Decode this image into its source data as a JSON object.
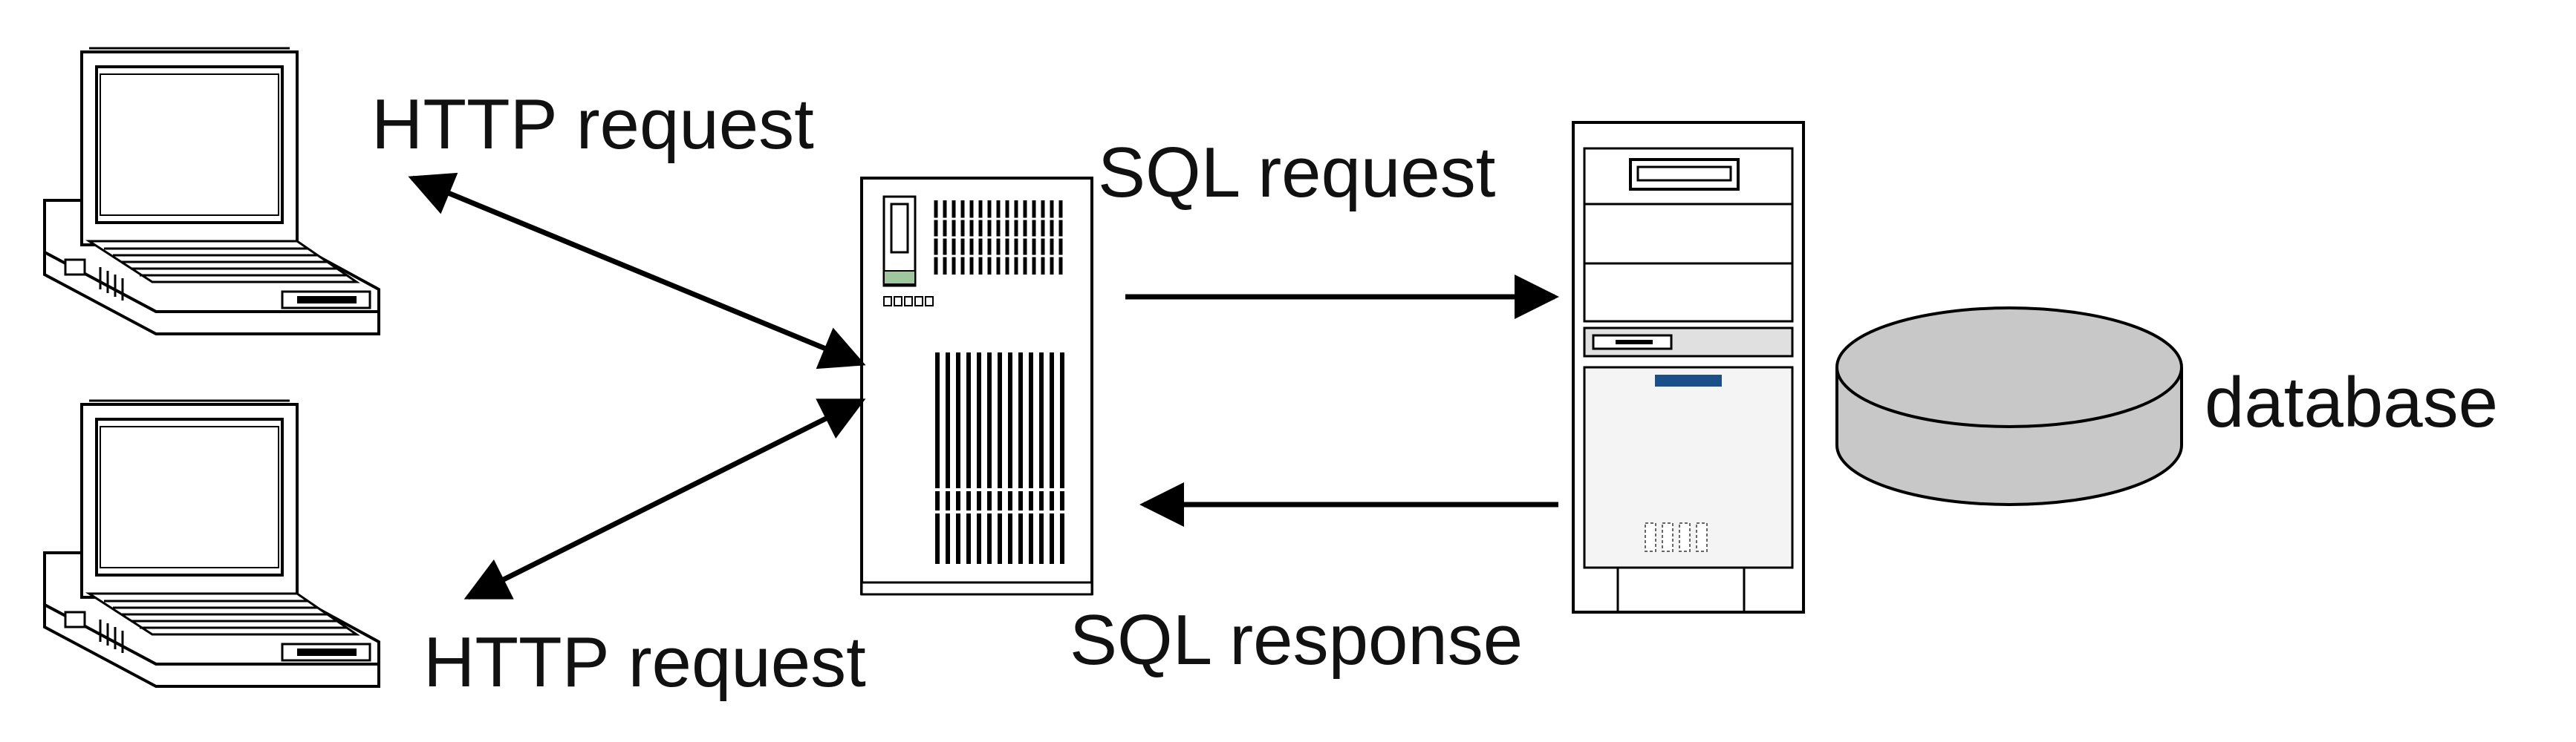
{
  "labels": {
    "http_request_top": "HTTP request",
    "http_request_bottom": "HTTP request",
    "sql_request": "SQL request",
    "sql_response": "SQL response",
    "database": "database"
  },
  "colors": {
    "stroke": "#000000",
    "device_fill": "#ffffff",
    "device_shade": "#cfcfcf",
    "database_fill": "#c8c8c8",
    "accent_blue": "#1a4f8a"
  },
  "icons": [
    "laptop-icon",
    "laptop-icon",
    "web-server-tower-icon",
    "database-server-tower-icon",
    "database-cylinder-icon"
  ]
}
